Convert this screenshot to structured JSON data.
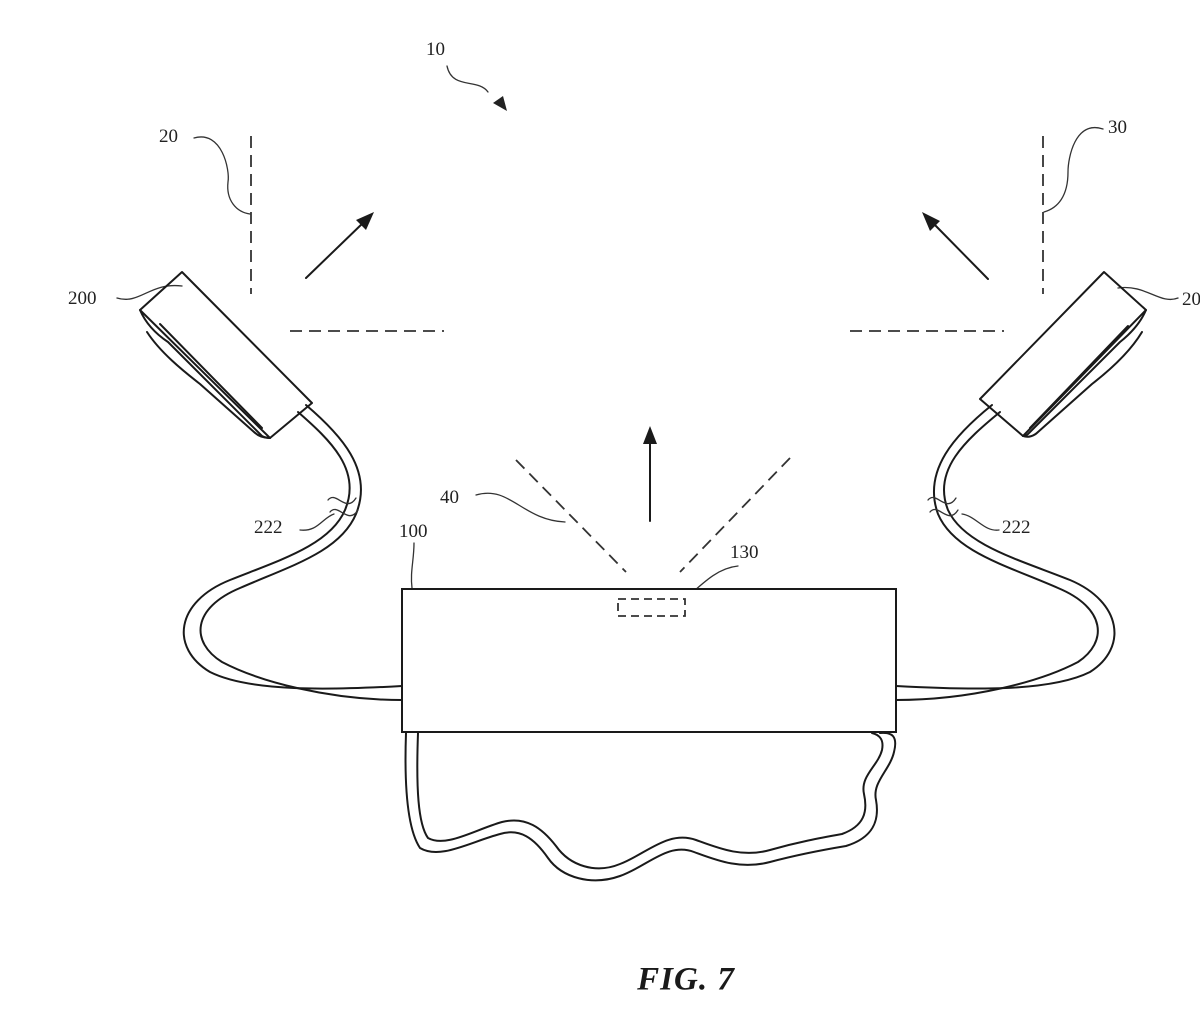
{
  "figure": {
    "caption": "FIG. 7",
    "labels": {
      "system": "10",
      "plane_left": "20",
      "plane_right": "30",
      "illumination_region": "40",
      "sensor_left": "200",
      "sensor_right": "20",
      "cable_left": "222",
      "cable_right": "222",
      "main_unit": "100",
      "camera_window": "130"
    }
  }
}
